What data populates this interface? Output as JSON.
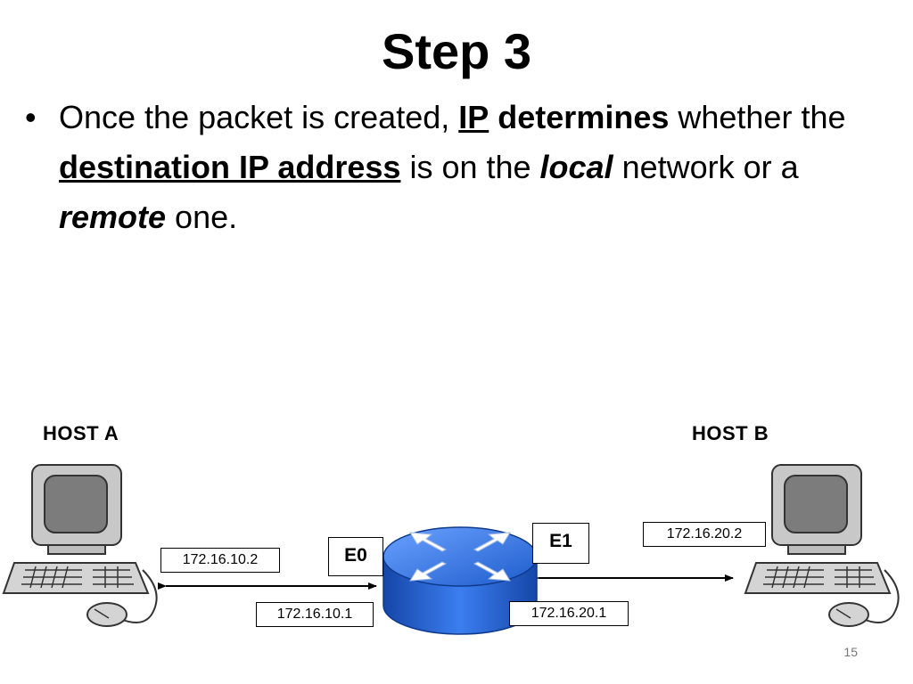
{
  "slide": {
    "title": "Step 3",
    "bullet": {
      "marker": "•",
      "part1": "Once the packet is created, ",
      "part2": "IP",
      "part3": " ",
      "part4": "determines",
      "part5": " whether the ",
      "part6": "destination IP address",
      "part7": " is on the ",
      "part8": "local",
      "part9": " network or a ",
      "part10": "remote",
      "part11": " one."
    },
    "page_number": "15"
  },
  "diagram": {
    "host_a": {
      "label": "HOST A",
      "ip": "172.16.10.2"
    },
    "host_b": {
      "label": "HOST B",
      "ip": "172.16.20.2"
    },
    "router": {
      "e0": {
        "label": "E0",
        "ip": "172.16.10.1"
      },
      "e1": {
        "label": "E1",
        "ip": "172.16.20.1"
      }
    },
    "colors": {
      "router_top": "#2f6fd8",
      "router_side": "#1b56c4",
      "monitor_gray": "#c8c8c8",
      "screen_gray": "#7c7c7c"
    }
  }
}
